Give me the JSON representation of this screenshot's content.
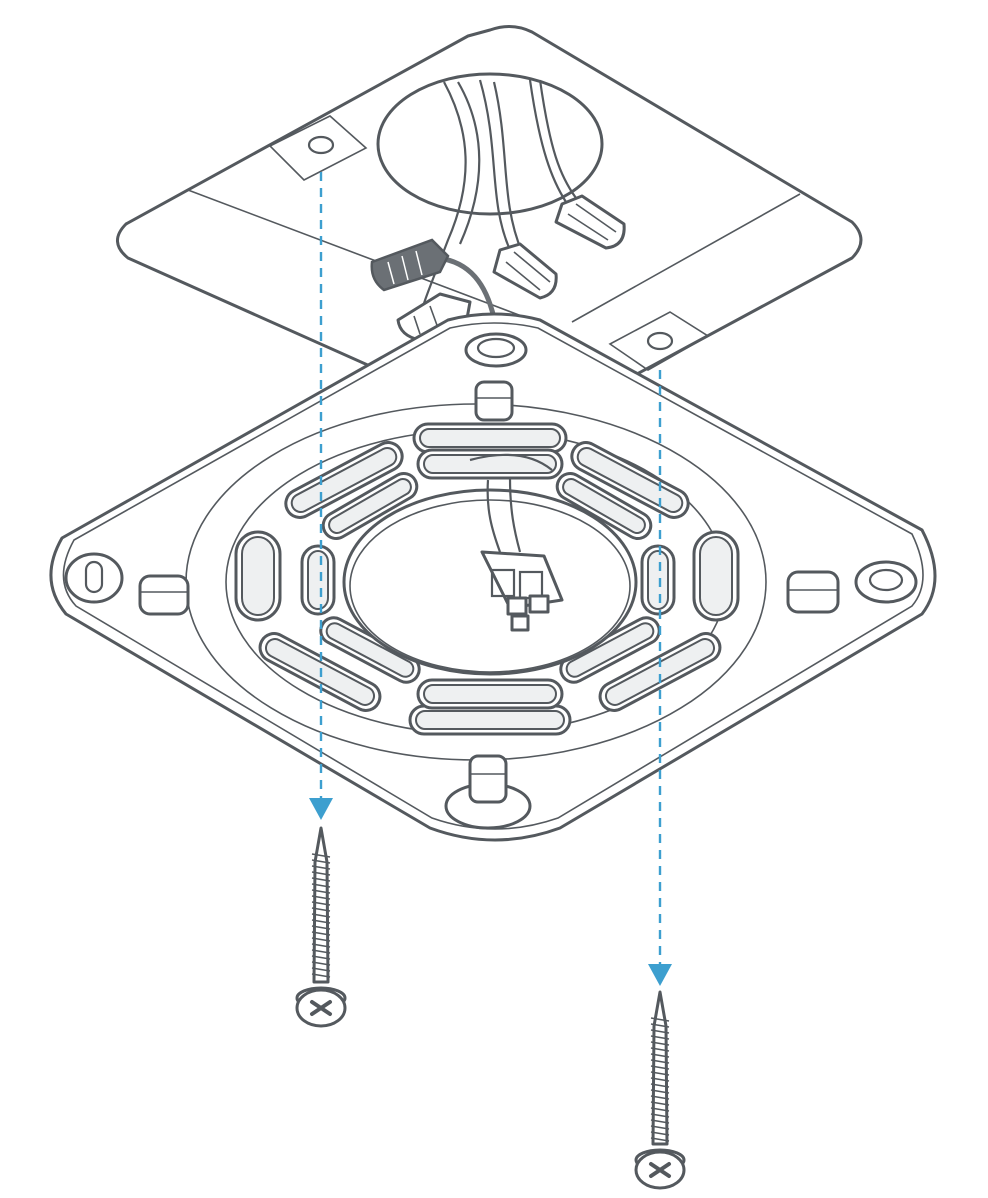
{
  "colors": {
    "line": "#54595e",
    "accent": "#3d9fcf",
    "wire_nut_dark": "#6b7075",
    "fill": "#ffffff"
  },
  "parts": [
    "junction-box-plate",
    "wires",
    "wire-nuts",
    "mounting-bracket",
    "wire-connector",
    "screw",
    "screw"
  ],
  "guides": {
    "count": 2,
    "style": "dashed-arrow"
  }
}
